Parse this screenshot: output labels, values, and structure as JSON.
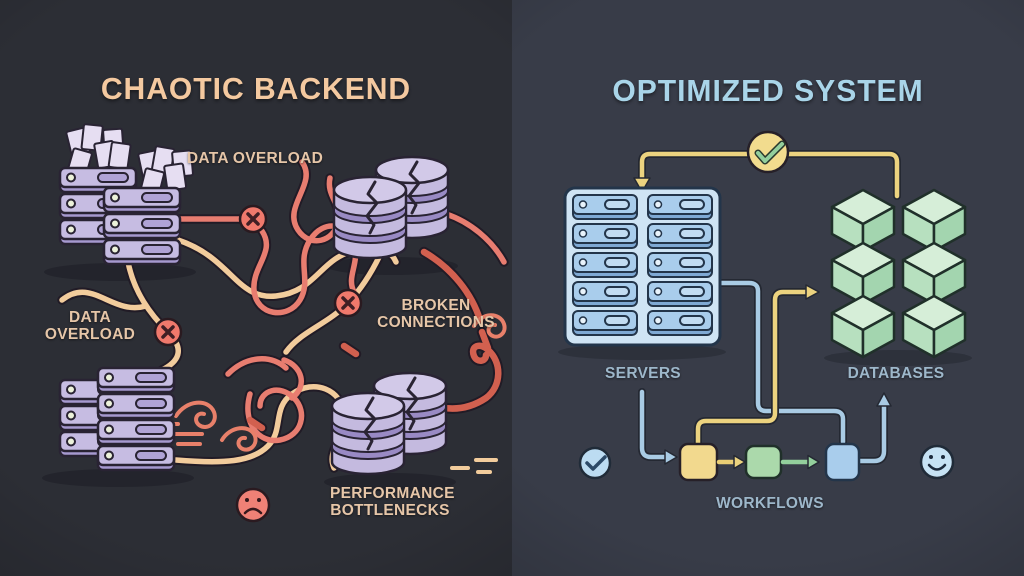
{
  "left": {
    "title": "CHAOTIC BACKEND",
    "overload_top": "DATA OVERLOAD",
    "overload_side1": "DATA",
    "overload_side2": "OVERLOAD",
    "broken1": "BROKEN",
    "broken2": "CONNECTIONS",
    "perf1": "PERFORMANCE",
    "perf2": "BOTTLENECKS",
    "colors": {
      "background": "#2c2e35",
      "title": "#f4c9a0",
      "label": "#e6c6a8",
      "cable_peach": "#f2cc9c",
      "cable_salmon": "#e87d70",
      "cable_dark_red": "#d2604f",
      "server_purple": "#c6bce2",
      "database_purple": "#c4badf",
      "error_badge": "#f0796c"
    },
    "icons": {
      "servers": "server-stack-icon",
      "documents": "document-pile-icon",
      "databases": "cracked-database-icon",
      "errors": "error-x-icon",
      "wind": "swirl-icon",
      "mood": "sad-face-icon"
    }
  },
  "right": {
    "title": "OPTIMIZED SYSTEM",
    "servers": "SERVERS",
    "databases": "DATABASES",
    "workflows": "WORKFLOWS",
    "colors": {
      "background": "#383c48",
      "title": "#a9d5e9",
      "label": "#9db7ca",
      "line_yellow": "#ecd37f",
      "line_blue": "#a9cbe4",
      "arrow_green": "#93cf9c",
      "rack_blue": "#a9cdec",
      "cube_green": "#b7e0bf",
      "node_yellow": "#f2d98e",
      "node_green": "#abd9ab",
      "node_blue": "#a9cdec"
    },
    "icons": {
      "approved_top": "check-circle-icon",
      "approved_workflow": "check-circle-icon",
      "rack": "server-rack-icon",
      "cubes": "database-cube-icon",
      "nodes": "workflow-node-icon",
      "mood": "happy-face-icon"
    }
  }
}
